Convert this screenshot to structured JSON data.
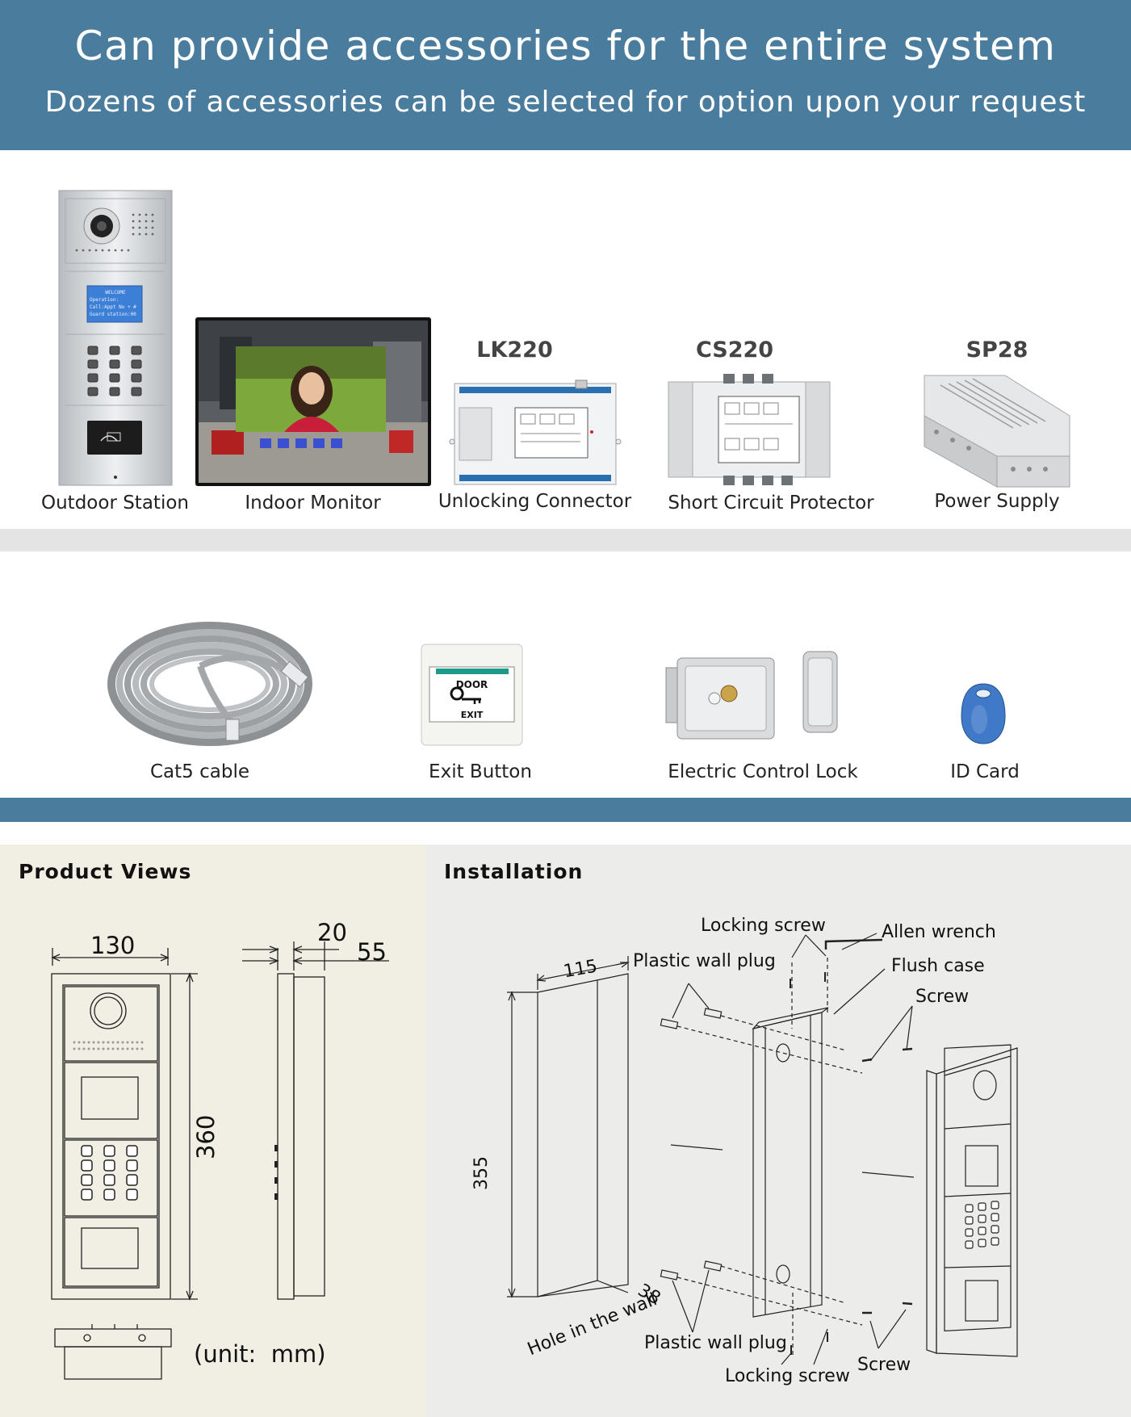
{
  "banner": {
    "title": "Can provide accessories for the entire system",
    "subtitle": "Dozens of accessories can be selected for option upon your request"
  },
  "accessories_row1": [
    {
      "label": "Outdoor Station",
      "model": ""
    },
    {
      "label": "Indoor Monitor",
      "model": ""
    },
    {
      "label": "Unlocking Connector",
      "model": "LK220"
    },
    {
      "label": "Short Circuit Protector",
      "model": "CS220"
    },
    {
      "label": "Power Supply",
      "model": "SP28"
    }
  ],
  "accessories_row2": [
    {
      "label": "Cat5 cable"
    },
    {
      "label": "Exit Button"
    },
    {
      "label": "Electric Control Lock"
    },
    {
      "label": "ID Card"
    }
  ],
  "outdoor_screen_text": [
    "WELCOME",
    "Operation:",
    "Call:Appt No + #",
    "Guard station:00"
  ],
  "exit_button_text": {
    "top": "DOOR",
    "bottom": "EXIT"
  },
  "product_views": {
    "title": "Product Views",
    "dim_width": "130",
    "dim_height": "360",
    "dim_depth_a": "20",
    "dim_depth_b": "55",
    "unit": "(unit:  mm)"
  },
  "installation": {
    "title": "Installation",
    "dim_hole_width": "115",
    "dim_hole_height": "355",
    "dim_hole_depth": "38",
    "labels": {
      "locking_screw_top": "Locking screw",
      "allen_wrench": "Allen wrench",
      "plastic_wall_plug_top": "Plastic wall plug",
      "flush_case": "Flush case",
      "screw_top": "Screw",
      "hole_in_wall": "Hole in the wall",
      "plastic_wall_plug_bottom": "Plastic wall plug",
      "screw_bottom": "Screw",
      "locking_screw_bottom": "Locking screw"
    }
  },
  "colors": {
    "banner": "#4a7c9e",
    "separator_gray": "#e4e4e4",
    "product_views_bg": "#f1efe3",
    "installation_bg": "#ececeb"
  }
}
